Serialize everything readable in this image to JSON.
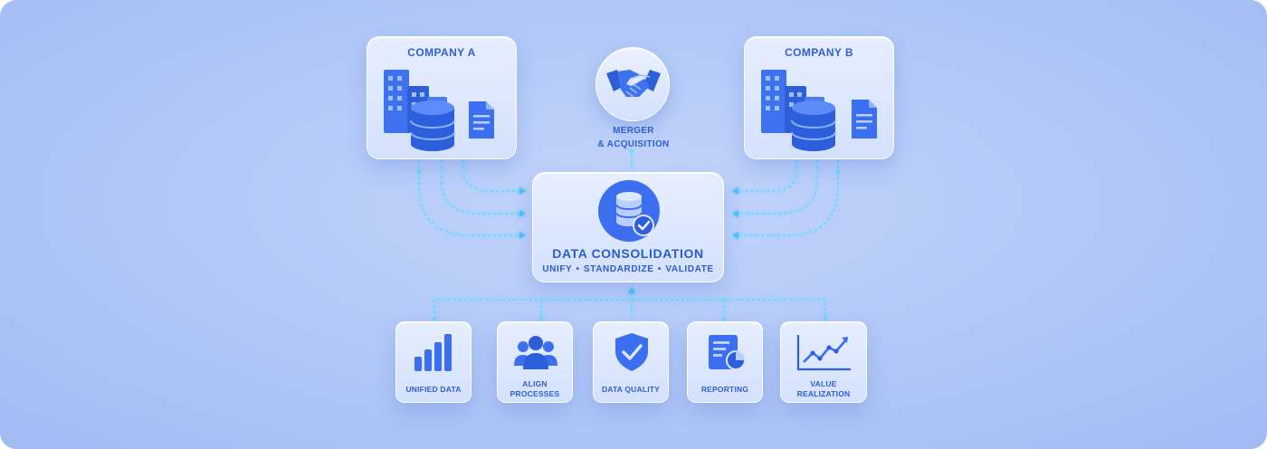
{
  "company_a": {
    "title": "COMPANY A",
    "icons": [
      "office-building-icon",
      "database-icon",
      "document-icon"
    ]
  },
  "company_b": {
    "title": "COMPANY B",
    "icons": [
      "office-building-icon",
      "database-icon",
      "document-icon"
    ]
  },
  "merger": {
    "icon": "handshake-icon",
    "line1": "MERGER",
    "line2": "& ACQUISITION"
  },
  "consolidation": {
    "icon": "database-check-icon",
    "title": "DATA CONSOLIDATION",
    "subtitle": "UNIFY • STANDARDIZE • VALIDATE"
  },
  "outcomes": [
    {
      "label": "UNIFIED DATA",
      "icon": "bar-chart-icon"
    },
    {
      "label_line1": "ALIGN",
      "label_line2": "PROCESSES",
      "icon": "people-group-icon"
    },
    {
      "label": "DATA QUALITY",
      "icon": "shield-check-icon"
    },
    {
      "label": "REPORTING",
      "icon": "report-document-icon"
    },
    {
      "label": "VALUE REALIZATION",
      "icon": "trend-line-icon"
    }
  ],
  "colors": {
    "background": "#b3c9f7",
    "card": "#dfe8fe",
    "accent": "#2f5fd0",
    "icon_blue": "#3b6ff0",
    "connector": "#5fd0ff"
  }
}
